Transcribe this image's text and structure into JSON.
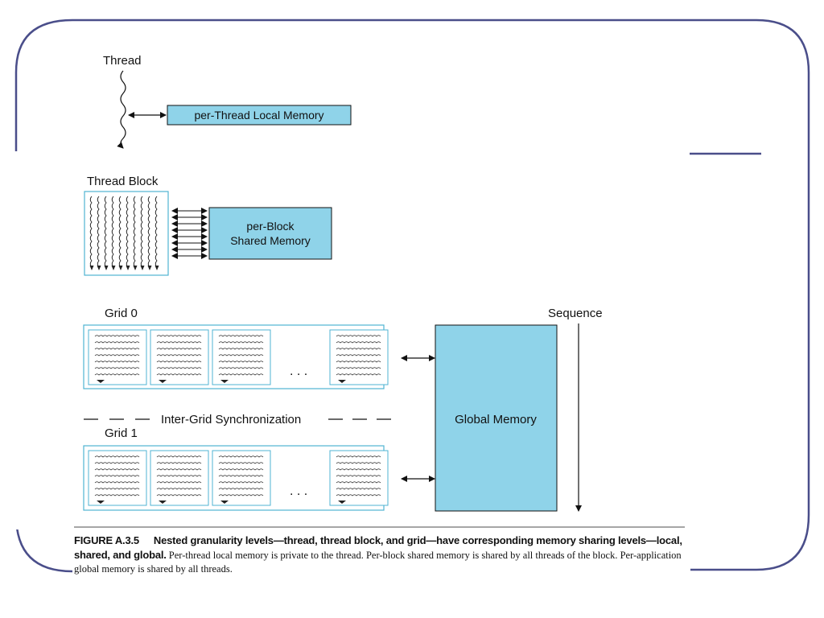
{
  "labels": {
    "thread": "Thread",
    "thread_local_memory": "per-Thread Local Memory",
    "thread_block": "Thread Block",
    "block_shared_memory_line1": "per-Block",
    "block_shared_memory_line2": "Shared Memory",
    "grid0": "Grid 0",
    "grid1": "Grid 1",
    "sequence": "Sequence",
    "ellipsis": ". . .",
    "inter_grid_sync": "Inter-Grid Synchronization",
    "global_memory": "Global Memory"
  },
  "caption": {
    "figure_number": "FIGURE A.3.5",
    "bold_text": "Nested granularity levels—thread, thread block, and grid—have corresponding memory sharing levels—local, shared, and global.",
    "body_text": "Per-thread local memory is private to the thread. Per-block shared memory is shared by all threads of the block. Per-application global memory is shared by all threads."
  },
  "colors": {
    "frame": "#4a4e8a",
    "memory_fill": "#8fd3e9",
    "block_border": "#4fb3d3",
    "line": "#111111"
  }
}
